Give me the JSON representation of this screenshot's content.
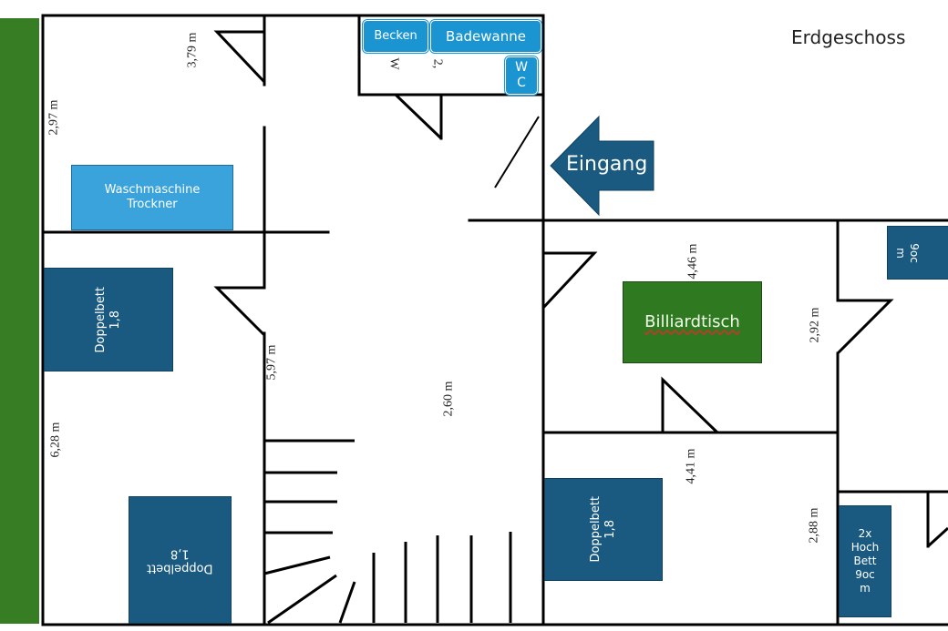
{
  "floor": {
    "title": "Erdgeschoss",
    "entrance_label": "Eingang"
  },
  "colors": {
    "wall": "#000000",
    "furniture_dark": "#1a5a80",
    "furniture_light": "#3aa3dc",
    "fixture_blue": "#1b95d2",
    "green_strip": "#367d24",
    "billiard_green": "#2f7a21",
    "entrance_arrow": "#1a5a80"
  },
  "furniture": {
    "sink": "Becken",
    "bathtub": "Badewanne",
    "wc_line1": "W",
    "wc_line2": "C",
    "washer_line1": "Waschmaschine",
    "washer_line2": "Trockner",
    "bed_top_left_line1": "Doppelbett",
    "bed_top_left_line2": "1,8",
    "bed_bottom_left_line1": "Doppelbett",
    "bed_bottom_left_line2": "1,8",
    "billiard": "Billiardtisch",
    "bed_right_line1": "Doppelbett",
    "bed_right_line2": "1,8",
    "bunk_line1": "2x",
    "bunk_line2": "Hoch",
    "bunk_line3": "Bett",
    "bunk_line4": "9oc",
    "bunk_line5": "m",
    "partial_top_right_line1": "9oc",
    "partial_top_right_line2": "m"
  },
  "dimensions": {
    "d_379": "3,79 m",
    "d_297": "2,97 m",
    "d_597": "5,97 m",
    "d_628": "6,28 m",
    "d_260": "2,60 m",
    "d_446": "4,46 m",
    "d_292": "2,92 m",
    "d_441": "4,41 m",
    "d_288": "2,88 m",
    "bath_w": "W",
    "bath_2": "2,"
  }
}
